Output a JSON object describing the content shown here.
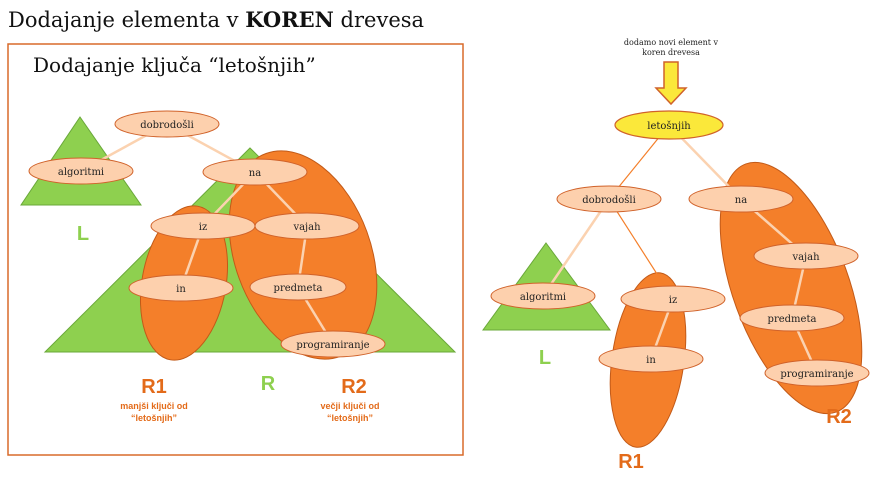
{
  "title": {
    "prefix": "Dodajanje elementa v ",
    "bold": "KOREN",
    "suffix": " drevesa"
  },
  "left_panel": {
    "subtitle": "Dodajanje ključa “letošnjih”",
    "nodes": {
      "root": "dobrodošli",
      "algoritmi": "algoritmi",
      "na": "na",
      "iz": "iz",
      "vajah": "vajah",
      "in": "in",
      "predmeta": "predmeta",
      "programiranje": "programiranje"
    },
    "labels": {
      "L": "L",
      "R": "R",
      "R1": "R1",
      "R2": "R2",
      "r1_note_line1": "manjši ključi od",
      "r1_note_line2": "“letošnjih”",
      "r2_note_line1": "večji ključi od",
      "r2_note_line2": "“letošnjih”"
    }
  },
  "right_panel": {
    "arrow_note_line1": "dodamo novi element v",
    "arrow_note_line2": "koren drevesa",
    "nodes": {
      "new_root": "letošnjih",
      "dobrodosli": "dobrodošli",
      "na": "na",
      "algoritmi": "algoritmi",
      "iz": "iz",
      "vajah": "vajah",
      "in": "in",
      "predmeta": "predmeta",
      "programiranje": "programiranje"
    },
    "labels": {
      "L": "L",
      "R1": "R1",
      "R2": "R2"
    }
  },
  "colors": {
    "green": "#8ed04f",
    "orange": "#f47f2a",
    "node_fill": "#fdd0ad",
    "node_stroke": "#d0622a",
    "highlight": "#fbe83a",
    "frame": "#d86a2a",
    "label_green": "#8ed04f",
    "label_orange": "#e36b1a"
  }
}
